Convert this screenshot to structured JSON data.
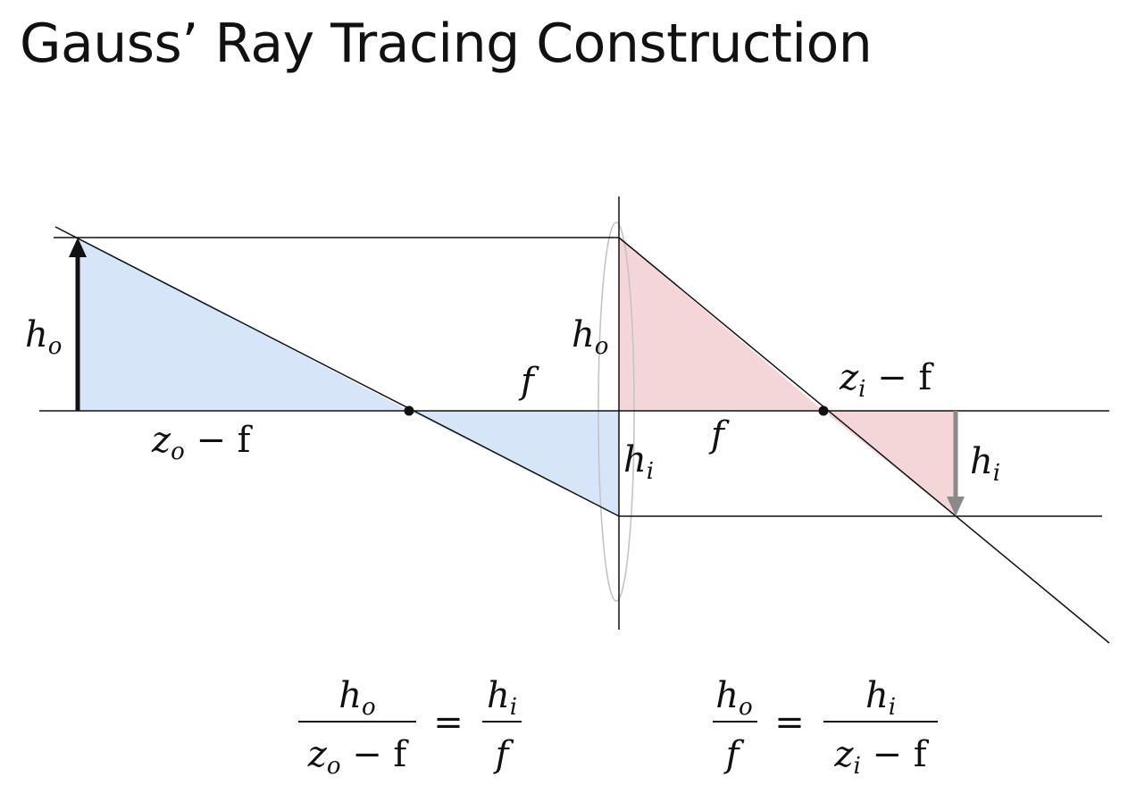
{
  "title": "Gauss’ Ray Tracing Construction",
  "colors": {
    "object_triangle": "#d6e6f8",
    "image_triangle": "#f4d6d8",
    "rays": "#111111",
    "object_arrow": "#111111",
    "image_arrow": "#8a8a8a",
    "lens_outline": "#c4c4c4"
  },
  "labels": {
    "ho_object": {
      "base": "h",
      "sub": "o"
    },
    "ho_lens": {
      "base": "h",
      "sub": "o"
    },
    "zo_minus_f": {
      "base": "z",
      "sub": "o",
      "rest": " − f"
    },
    "f_left": "f",
    "f_right": "f",
    "hi_lens": {
      "base": "h",
      "sub": "i"
    },
    "zi_minus_f": {
      "base": "z",
      "sub": "i",
      "rest": " − f"
    },
    "hi_image": {
      "base": "h",
      "sub": "i"
    }
  },
  "equations": {
    "left": {
      "lhs_num": {
        "base": "h",
        "sub": "o"
      },
      "lhs_den": {
        "base": "z",
        "sub": "o",
        "rest": " − f"
      },
      "equals": "=",
      "rhs_num": {
        "base": "h",
        "sub": "i"
      },
      "rhs_den": "f"
    },
    "right": {
      "lhs_num": {
        "base": "h",
        "sub": "o"
      },
      "lhs_den": "f",
      "equals": "=",
      "rhs_num": {
        "base": "h",
        "sub": "i"
      },
      "rhs_den": {
        "base": "z",
        "sub": "i",
        "rest": " − f"
      }
    }
  }
}
